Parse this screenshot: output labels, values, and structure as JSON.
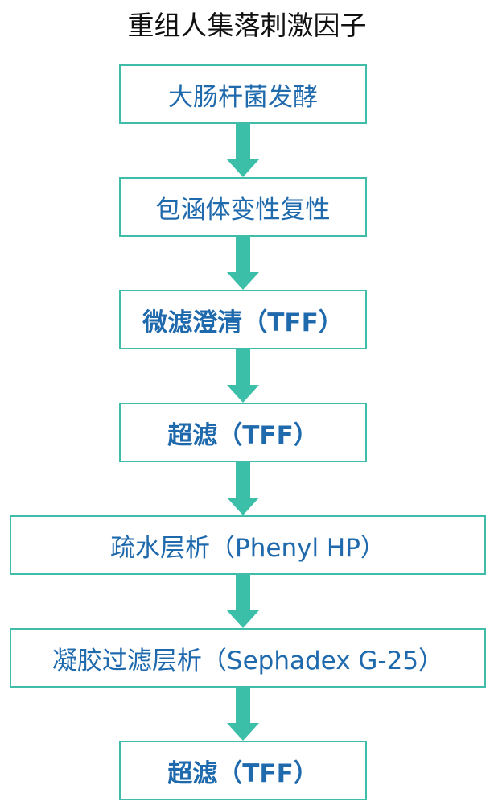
{
  "title": "重组人集落刺激因子",
  "steps": [
    {
      "label": "大肠杆菌发酵",
      "bold": false
    },
    {
      "label": "包涵体变性复性",
      "bold": false
    },
    {
      "label": "微滤澄清（TFF）",
      "bold": true
    },
    {
      "label": "超滤（TFF）",
      "bold": true
    },
    {
      "label": "疏水层析（Phenyl HP）",
      "bold": false
    },
    {
      "label": "凝胶过滤层析（Sephadex G-25）",
      "bold": false
    },
    {
      "label": "超滤（TFF）",
      "bold": true
    }
  ],
  "colors": {
    "box_border": "#40bda8",
    "arrow": "#3cbfa8",
    "step_text": "#1f69ad",
    "title_text": "#111111"
  }
}
